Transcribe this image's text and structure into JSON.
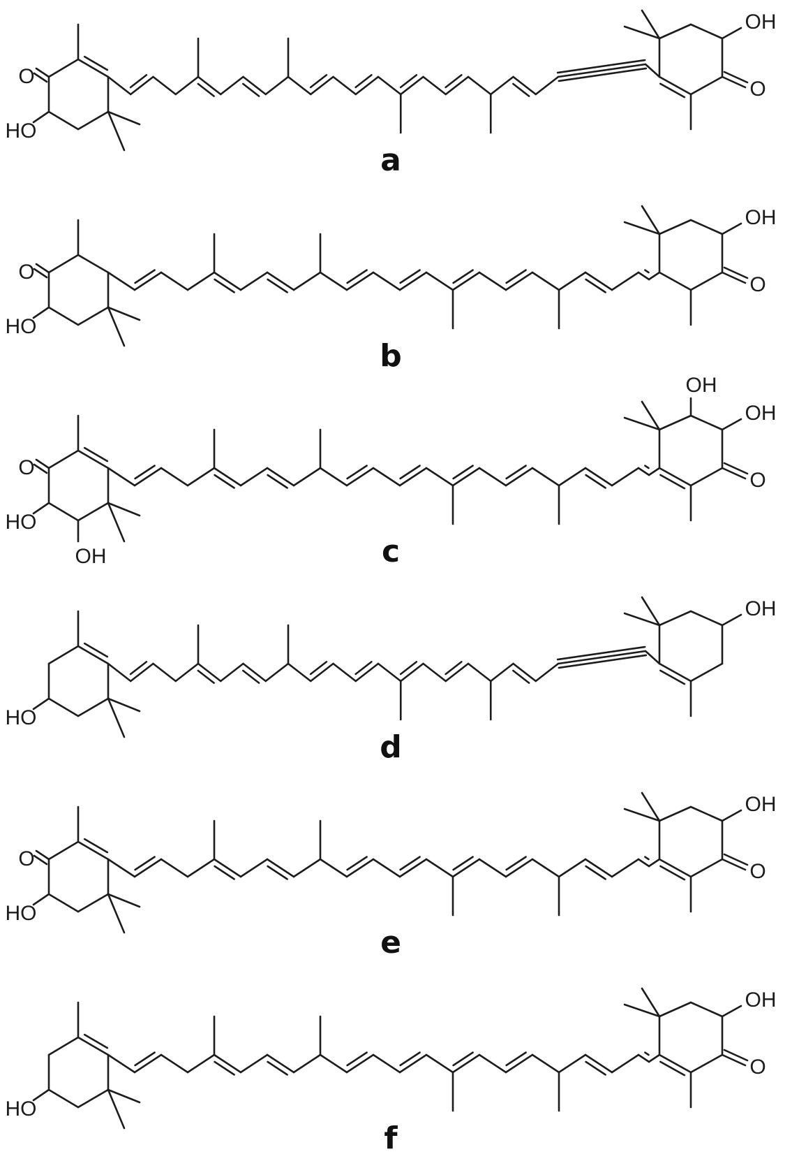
{
  "figure": {
    "panels": [
      {
        "label": "a",
        "left_ring": "ketol-ene",
        "right_ring": "ketol-ene",
        "acetylenic_right": true,
        "atoms": {
          "left_o": "O",
          "left_oh": "HO",
          "right_o": "O",
          "right_oh": "OH"
        }
      },
      {
        "label": "b",
        "left_ring": "ketol-sat",
        "right_ring": "ketol-sat",
        "acetylenic_right": false,
        "atoms": {
          "left_o": "O",
          "left_oh": "HO",
          "right_o": "O",
          "right_oh": "OH"
        }
      },
      {
        "label": "c",
        "left_ring": "diol-ene",
        "right_ring": "diol-ene",
        "acetylenic_right": false,
        "atoms": {
          "left_o": "O",
          "left_oh": "HO",
          "left_oh2": "OH",
          "right_o": "O",
          "right_oh": "OH",
          "right_oh2": "OH"
        }
      },
      {
        "label": "d",
        "left_ring": "ol-ene",
        "right_ring": "ol-ene",
        "acetylenic_right": true,
        "atoms": {
          "left_oh": "HO",
          "right_oh": "OH"
        }
      },
      {
        "label": "e",
        "left_ring": "ketol-ene",
        "right_ring": "ketol-ene",
        "acetylenic_right": false,
        "atoms": {
          "left_o": "O",
          "left_oh": "HO",
          "right_o": "O",
          "right_oh": "OH"
        }
      },
      {
        "label": "f",
        "left_ring": "ol-ene",
        "right_ring": "ketol-ene",
        "acetylenic_right": false,
        "atoms": {
          "left_oh": "HO",
          "right_o": "O",
          "right_oh": "OH"
        }
      }
    ]
  }
}
